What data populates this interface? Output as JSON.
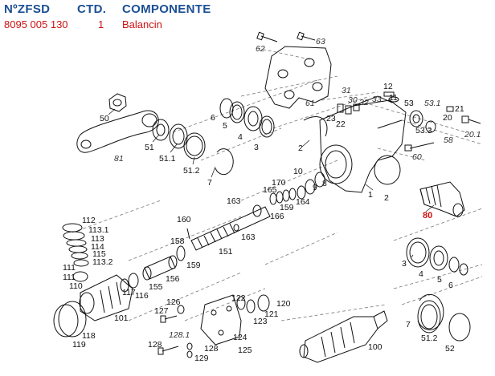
{
  "header": {
    "col_part_number": "NºZFSD",
    "col_quantity": "CTD.",
    "col_component": "COMPONENTE"
  },
  "row": {
    "part_number": "8095 005 130",
    "quantity": "1",
    "component": "Balancin"
  },
  "highlight_color": "#d01010",
  "header_color": "#1b4f94",
  "diagram": {
    "highlighted_callout": "80",
    "callouts": [
      "50",
      "51",
      "51.1",
      "51.2",
      "7",
      "6",
      "5",
      "4",
      "3",
      "2",
      "1",
      "63",
      "62",
      "61",
      "81",
      "31",
      "30",
      "32",
      "33",
      "23",
      "22",
      "12",
      "11",
      "53",
      "53.1",
      "21",
      "20",
      "20.1",
      "53.3",
      "58",
      "60",
      "2",
      "10",
      "9",
      "8",
      "170",
      "165",
      "164",
      "166",
      "159",
      "163",
      "160",
      "158",
      "151",
      "163",
      "159",
      "112",
      "113.1",
      "113",
      "114",
      "115",
      "113.2",
      "111",
      "111",
      "110",
      "155",
      "156",
      "117",
      "116",
      "101",
      "118",
      "119",
      "126",
      "127",
      "122",
      "121",
      "123",
      "120",
      "124",
      "125",
      "128.1",
      "128",
      "128",
      "129",
      "100",
      "3",
      "4",
      "5",
      "6",
      "7",
      "51.2",
      "52"
    ],
    "italic_callouts": [
      "62",
      "63",
      "61",
      "81",
      "31",
      "30",
      "32",
      "33",
      "53.1",
      "20.1",
      "58",
      "60",
      "128.1"
    ]
  }
}
